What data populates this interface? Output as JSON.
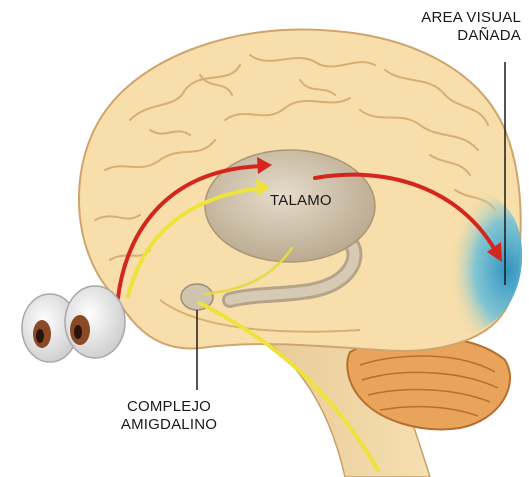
{
  "labels": {
    "visual_area": {
      "line1": "AREA VISUAL",
      "line2": "DAÑADA"
    },
    "thalamus": "TALAMO",
    "amygdala": {
      "line1": "COMPLEJO",
      "line2": "AMIGDALINO"
    }
  },
  "colors": {
    "brain": "#f7deaa",
    "brain_fold": "#dcb47a",
    "thalamus": "#c9bba4",
    "damaged_area": "#3a9cc4",
    "cerebellum": "#e8a35a",
    "red_pathway": "#d4261c",
    "yellow_pathway": "#efe23a",
    "eye_iris": "#8a4a26"
  }
}
